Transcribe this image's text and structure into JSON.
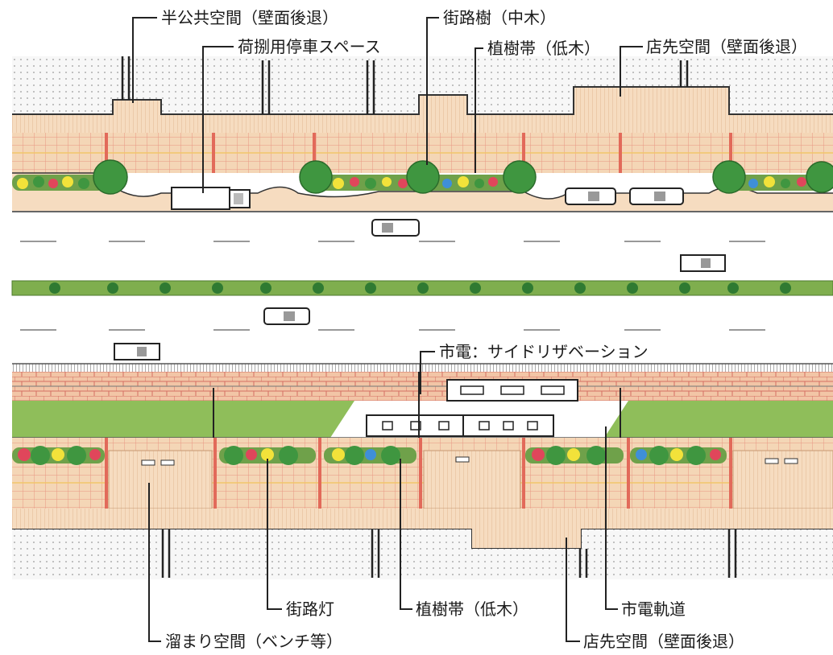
{
  "labels": {
    "semi_public_space": "半公共空間（壁面後退）",
    "loading_space": "荷捌用停車スペース",
    "street_tree_mid": "街路樹（中木）",
    "planting_strip_top": "植樹帯（低木）",
    "storefront_space_top": "店先空間（壁面後退）",
    "tram_side_reservation": "市電：サイドリザベーション",
    "street_light": "街路灯",
    "planting_strip_bottom": "植樹帯（低木）",
    "tram_track": "市電軌道",
    "resting_space": "溜まり空間（ベンチ等）",
    "storefront_space_bottom": "店先空間（壁面後退）"
  },
  "colors": {
    "sidewalk": "#f6dcc0",
    "curb_band": "#f2c9a6",
    "paving_grid": "#e7a08a",
    "road": "#ffffff",
    "median": "#7fae4e",
    "tree": "#3f9640",
    "flower_yellow": "#f2e23a",
    "flower_red": "#e0465b",
    "flower_blue": "#3f8fd8",
    "lawn": "#8fbe5a",
    "building": "#f7f7f7"
  }
}
